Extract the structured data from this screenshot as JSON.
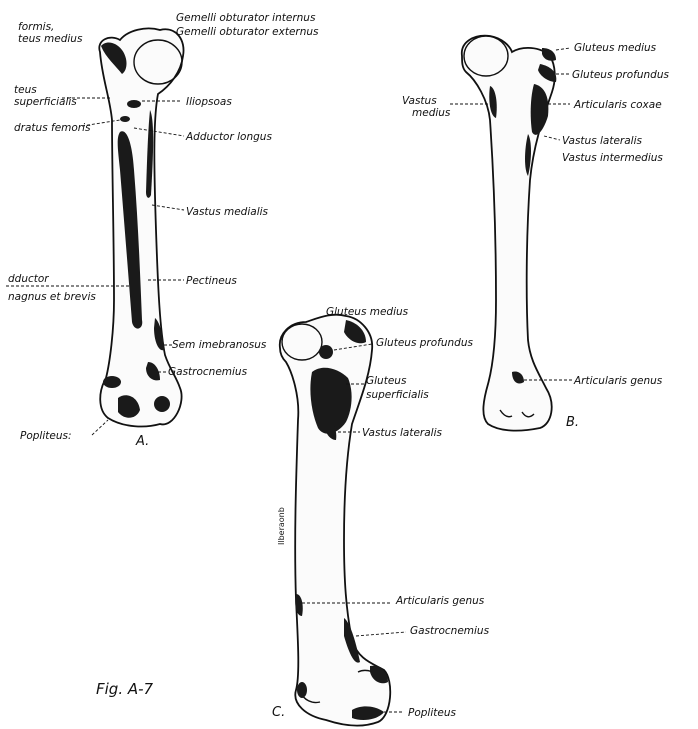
{
  "figure_caption": "Fig. A-7",
  "views": {
    "a": {
      "panel_label": "A.",
      "labels": {
        "gemelli_internus": "Gemelli obturator internus",
        "gemelli_externus": "Gemelli obturator externus",
        "piriformis": "formis,",
        "gluteus_medius": "teus medius",
        "gluteus_superficialis_1": "teus",
        "gluteus_superficialis_2": "superficialis",
        "iliopsoas": "Iliopsoas",
        "quadratus_femoris": "dratus femoris",
        "adductor_longus": "Adductor longus",
        "vastus_medialis": "Vastus medialis",
        "pectineus": "Pectineus",
        "adductor_1": "dductor",
        "adductor_2": "nagnus et brevis",
        "semimembranosus": "Sem imebranosus",
        "gastrocnemius": "Gastrocnemius",
        "popliteus": "Popliteus:"
      }
    },
    "b": {
      "panel_label": "B.",
      "labels": {
        "gluteus_medius": "Gluteus medius",
        "gluteus_profundus": "Gluteus profundus",
        "vastus_medius_1": "Vastus",
        "vastus_medius_2": "medius",
        "articularis_coxae": "Articularis coxae",
        "vastus_lateralis": "Vastus lateralis",
        "vastus_intermedius": "Vastus intermedius",
        "articularis_genus": "Articularis genus"
      }
    },
    "c": {
      "panel_label": "C.",
      "stamp_text": "Ilberaonb",
      "labels": {
        "gluteus_medius": "Gluteus medius",
        "gluteus_profundus": "Gluteus profundus",
        "gluteus_superficialis_1": "Gluteus",
        "gluteus_superficialis_2": "superficialis",
        "vastus_lateralis": "Vastus lateralis",
        "articularis_genus": "Articularis genus",
        "gastrocnemius": "Gastrocnemius",
        "popliteus": "Popliteus"
      }
    }
  }
}
